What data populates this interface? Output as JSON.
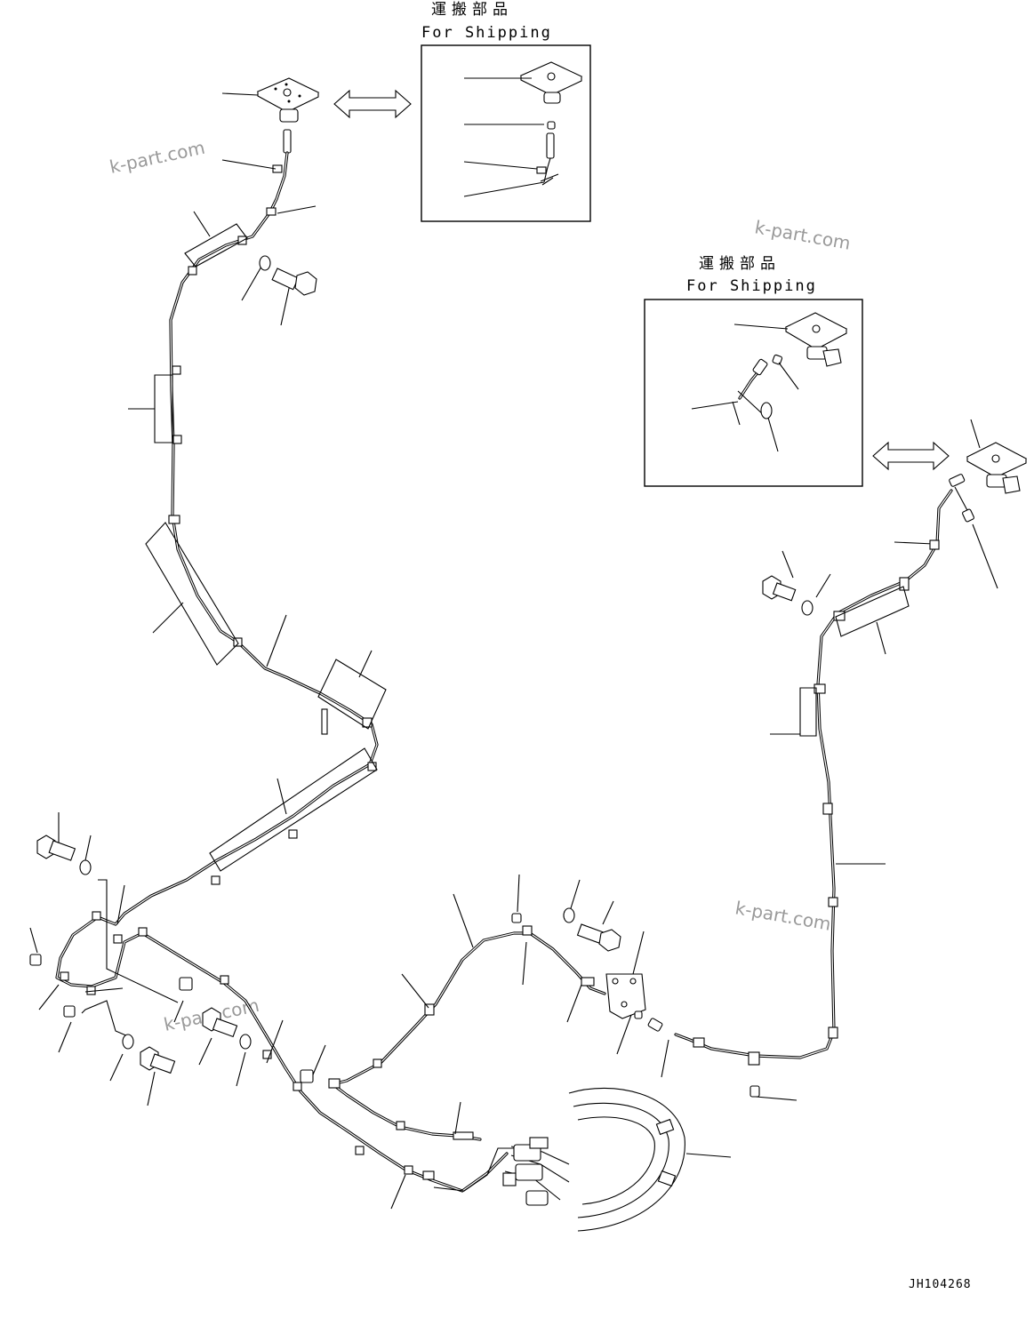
{
  "diagram": {
    "shipping_labels": [
      {
        "jp": "運搬部品",
        "en": "For Shipping"
      },
      {
        "jp": "運搬部品",
        "en": "For Shipping"
      }
    ],
    "watermark": "k-part.com",
    "drawing_code": "JH104268"
  }
}
